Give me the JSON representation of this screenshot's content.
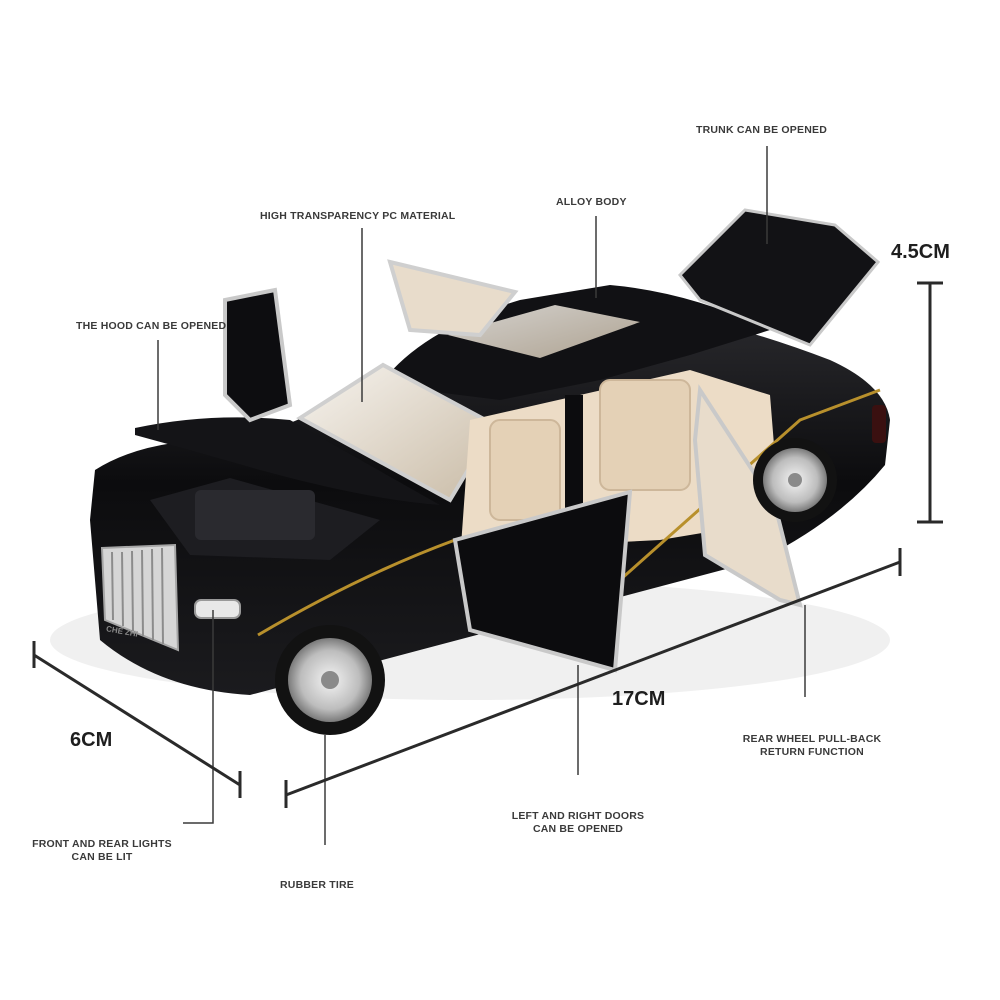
{
  "features": {
    "hood": "THE HOOD CAN BE OPENED",
    "pc_material": "HIGH TRANSPARENCY PC MATERIAL",
    "alloy_body": "ALLOY BODY",
    "trunk": "TRUNK CAN BE OPENED",
    "rear_wheel_line1": "REAR WHEEL PULL-BACK",
    "rear_wheel_line2": "RETURN FUNCTION",
    "doors_line1": "LEFT AND RIGHT DOORS",
    "doors_line2": "CAN BE OPENED",
    "lights_line1": "FRONT AND REAR LIGHTS",
    "lights_line2": "CAN BE LIT",
    "tire": "RUBBER TIRE"
  },
  "dimensions": {
    "height": "4.5CM",
    "length": "17CM",
    "width": "6CM"
  },
  "car": {
    "plate_text": "CHE ZHI",
    "colors": {
      "body": "#0c0c0e",
      "interior": "#ecdcc6",
      "chrome": "#d6d6d6",
      "pinstripe": "#b8902c"
    }
  }
}
